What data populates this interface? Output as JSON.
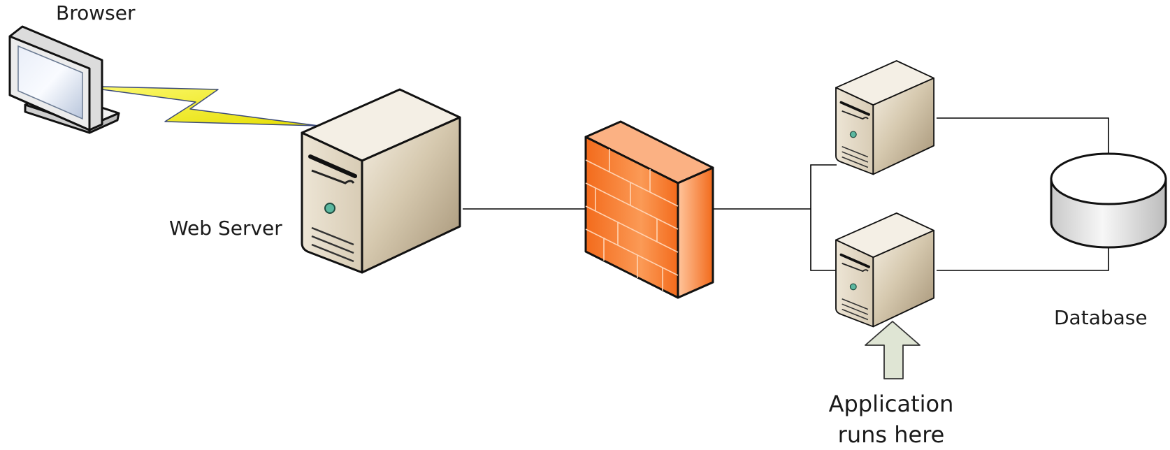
{
  "labels": {
    "browser": "Browser",
    "web_server": "Web Server",
    "database": "Database",
    "application": "Application runs here"
  },
  "colors": {
    "server_body": "#e6dccb",
    "server_side": "#b3a58a",
    "firewall": "#f47a2c",
    "lightning": "#f2ef1c",
    "arrow": "#dde3d2",
    "line": "#000000"
  },
  "icons": {
    "browser": "monitor-icon",
    "web_server": "server-tower-icon",
    "firewall": "brick-wall-firewall-icon",
    "app_servers": "server-tower-icon",
    "database": "database-cylinder-icon",
    "connection": "lightning-bolt-icon",
    "pointer": "up-arrow-icon"
  }
}
